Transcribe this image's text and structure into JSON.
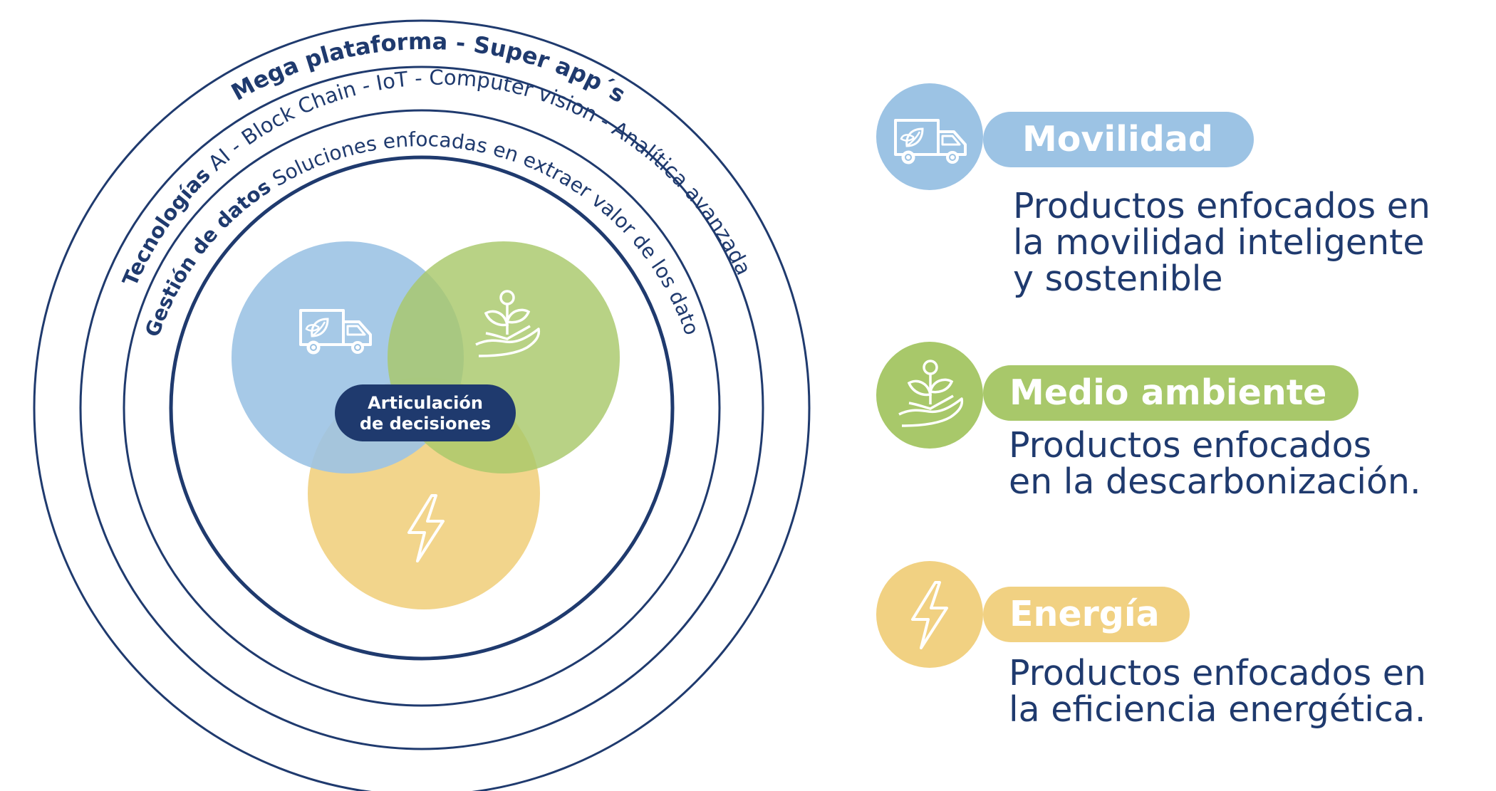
{
  "rings": {
    "outer": {
      "title": "Mega plataforma - Super app´s"
    },
    "middle": {
      "bold": "Tecnologías",
      "rest": " AI - Block Chain - IoT - Computer vision - Analítica avanzada"
    },
    "inner": {
      "bold": "Gestión de datos",
      "rest": " Soluciones enfocadas en extraer valor de los datos"
    }
  },
  "center_label": {
    "line1": "Articulación",
    "line2": "de decisiones"
  },
  "colors": {
    "navy": "#1f3a6e",
    "blue": "#9cc3e4",
    "green": "#a8c86a",
    "yellow": "#f1d182",
    "white": "#ffffff"
  },
  "categories": [
    {
      "key": "movilidad",
      "title": "Movilidad",
      "icon": "truck-leaf-icon",
      "description": [
        "Productos enfocados en",
        "la movilidad inteligente",
        "y sostenible"
      ]
    },
    {
      "key": "medio_ambiente",
      "title": "Medio ambiente",
      "icon": "plant-hand-icon",
      "description": [
        "Productos enfocados",
        "en la descarbonización."
      ]
    },
    {
      "key": "energia",
      "title": "Energía",
      "icon": "lightning-icon",
      "description": [
        "Productos enfocados en",
        "la eficiencia energética."
      ]
    }
  ]
}
